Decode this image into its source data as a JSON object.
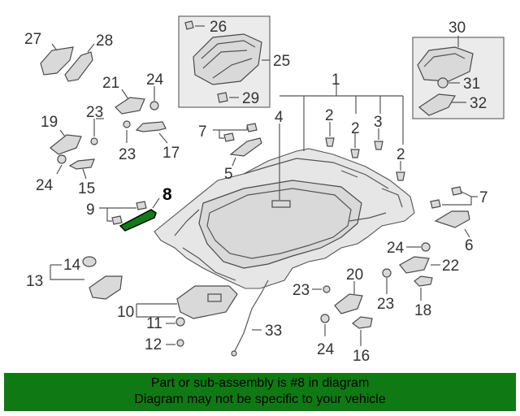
{
  "diagram": {
    "callouts": {
      "c1": "1",
      "c2a": "2",
      "c2b": "2",
      "c2c": "2",
      "c3": "3",
      "c4": "4",
      "c5": "5",
      "c6": "6",
      "c7a": "7",
      "c7b": "7",
      "c8": "8",
      "c9": "9",
      "c10": "10",
      "c11": "11",
      "c12": "12",
      "c13": "13",
      "c14": "14",
      "c15": "15",
      "c16": "16",
      "c17": "17",
      "c18": "18",
      "c19": "19",
      "c20": "20",
      "c21": "21",
      "c22": "22",
      "c23a": "23",
      "c23b": "23",
      "c23c": "23",
      "c23d": "23",
      "c24a": "24",
      "c24b": "24",
      "c24c": "24",
      "c24d": "24",
      "c25": "25",
      "c26": "26",
      "c27": "27",
      "c28": "28",
      "c29": "29",
      "c30": "30",
      "c31": "31",
      "c32": "32",
      "c33": "33"
    },
    "highlight_color": "#127a17"
  },
  "footer": {
    "line1": "Part or sub-assembly is #8 in diagram",
    "line2": "Diagram may not be specific to your vehicle",
    "bg_color": "#0f7a13"
  }
}
